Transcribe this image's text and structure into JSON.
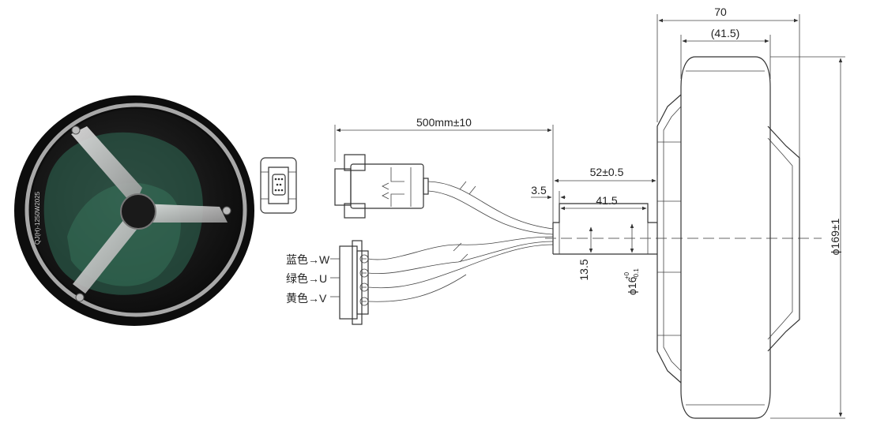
{
  "drawing": {
    "dimensions": {
      "overall_width": "70",
      "tire_width": "(41.5)",
      "cable_length": "500mm±10",
      "axle_length": "52±0.5",
      "small_offset": "3.5",
      "flat_length": "41.5",
      "flat_height": "13.5",
      "shaft_dia_base": "ϕ16",
      "shaft_tol_upper": "+0",
      "shaft_tol_lower": "-0.1",
      "wheel_diameter": "ϕ169±1"
    },
    "wires": {
      "blue": "蓝色→W",
      "green": "绿色→U",
      "yellow": "黄色→V"
    },
    "photo_label": "QJ(H)-1250W2025"
  },
  "colors": {
    "line": "#333333",
    "photo_dark": "#151515",
    "photo_rim": "#9a9a9a",
    "film_green": "#2f6b55"
  }
}
